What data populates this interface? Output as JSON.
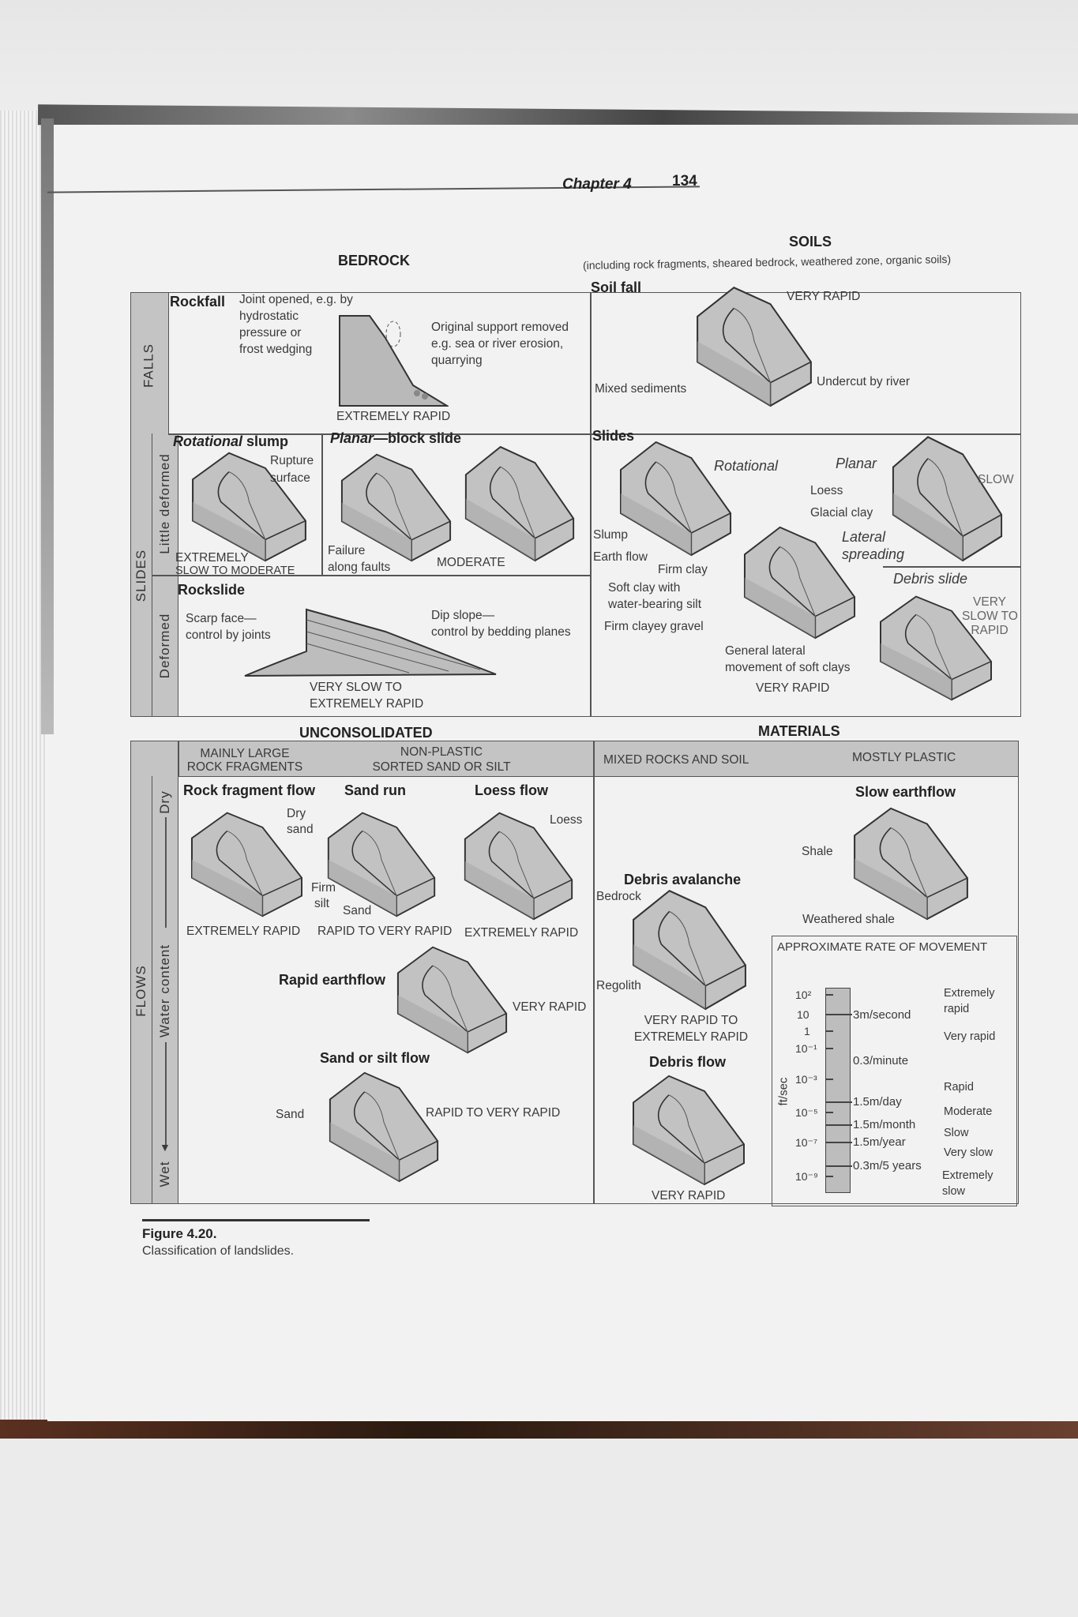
{
  "header": {
    "chapter": "Chapter 4",
    "page_number": "134"
  },
  "columns": {
    "bedrock": "BEDROCK",
    "soils": "SOILS",
    "soils_note": "(including rock fragments, sheared bedrock,  weathered zone, organic soils)",
    "unconsolidated": "UNCONSOLIDATED",
    "materials": "MATERIALS"
  },
  "row_labels": {
    "falls": "FALLS",
    "slides": "SLIDES",
    "little_deformed": "Little deformed",
    "deformed": "Deformed",
    "flows": "FLOWS",
    "dry": "Dry",
    "water_content": "Water content",
    "wet": "Wet"
  },
  "falls": {
    "rockfall": {
      "title": "Rockfall",
      "note": [
        "Joint opened, e.g. by",
        "hydrostatic",
        "pressure or",
        "frost wedging"
      ],
      "support": [
        "Original support removed",
        "e.g. sea or river erosion,",
        "quarrying"
      ],
      "rate": "EXTREMELY RAPID"
    },
    "soilfall": {
      "title": "Soil fall",
      "rate": "VERY RAPID",
      "mixed": "Mixed sediments",
      "undercut": "Undercut by river"
    }
  },
  "slides": {
    "rotational_slump": {
      "title_italic": "Rotational",
      "title": " slump",
      "rupture": [
        "Rupture",
        "surface"
      ],
      "rate": [
        "EXTREMELY",
        "SLOW TO MODERATE"
      ]
    },
    "planar_block": {
      "title_italic": "Planar",
      "title": "—block slide",
      "failure": [
        "Failure",
        "along faults"
      ],
      "rate": "MODERATE"
    },
    "rockslide": {
      "title": "Rockslide",
      "scarp": [
        "Scarp face—",
        "control by joints"
      ],
      "dip": [
        "Dip slope—",
        "control by bedding planes"
      ],
      "rate": [
        "VERY SLOW TO",
        "EXTREMELY RAPID"
      ]
    },
    "soil_slides": {
      "title": "Slides",
      "rotational": "Rotational",
      "planar": "Planar",
      "slow": "SLOW",
      "loess": "Loess",
      "glacial_clay": "Glacial clay",
      "slump": "Slump",
      "earth_flow": "Earth flow",
      "lateral": [
        "Lateral",
        "spreading"
      ],
      "firm_clay": "Firm clay",
      "soft_clay": [
        "Soft clay with",
        "water-bearing silt"
      ],
      "firm_gravel": "Firm clayey gravel",
      "general": [
        "General lateral",
        "movement of soft clays"
      ],
      "lateral_rate": "VERY RAPID",
      "debris_slide": "Debris slide",
      "debris_rate": [
        "VERY",
        "SLOW TO",
        "RAPID"
      ]
    }
  },
  "flows": {
    "headers": [
      "MAINLY LARGE\nROCK FRAGMENTS",
      "NON-PLASTIC\nSORTED SAND OR SILT",
      "MIXED ROCKS AND SOIL",
      "MOSTLY PLASTIC"
    ],
    "header_lines": [
      [
        "MAINLY LARGE",
        "ROCK FRAGMENTS"
      ],
      [
        "NON-PLASTIC",
        "SORTED SAND OR SILT"
      ]
    ],
    "rock_fragment": {
      "title": "Rock fragment flow",
      "rate": "EXTREMELY RAPID"
    },
    "sand_run": {
      "title": "Sand run",
      "dry_sand": [
        "Dry",
        "sand"
      ],
      "firm_silt": [
        "Firm",
        "silt"
      ],
      "sand": "Sand",
      "rate": "RAPID TO VERY RAPID"
    },
    "loess_flow": {
      "title": "Loess flow",
      "loess": "Loess",
      "rate": "EXTREMELY RAPID"
    },
    "rapid_earthflow": {
      "title": "Rapid earthflow",
      "rate": "VERY RAPID"
    },
    "sand_silt_flow": {
      "title": "Sand or silt flow",
      "sand": "Sand",
      "rate": "RAPID TO VERY RAPID"
    },
    "debris_avalanche": {
      "title": "Debris avalanche",
      "bedrock": "Bedrock",
      "regolith": "Regolith",
      "rate": [
        "VERY RAPID TO",
        "EXTREMELY RAPID"
      ]
    },
    "debris_flow": {
      "title": "Debris flow",
      "rate": "VERY RAPID"
    },
    "slow_earthflow": {
      "title": "Slow earthflow",
      "shale": "Shale",
      "weathered": "Weathered shale"
    }
  },
  "rate_scale": {
    "title": "APPROXIMATE RATE OF MOVEMENT",
    "unit": "ft/sec",
    "ticks": [
      "10²",
      "10",
      "1",
      "10⁻¹",
      "10⁻³",
      "10⁻⁵",
      "10⁻⁷",
      "10⁻⁹"
    ],
    "rates": [
      "3m/second",
      "0.3/minute",
      "1.5m/day",
      "1.5m/month",
      "1.5m/year",
      "0.3m/5 years"
    ],
    "classes": [
      [
        "Extremely",
        "rapid"
      ],
      [
        "Very rapid"
      ],
      [
        "Rapid"
      ],
      [
        "Moderate"
      ],
      [
        "Slow"
      ],
      [
        "Very slow"
      ],
      [
        "Extremely",
        "slow"
      ]
    ]
  },
  "figure": {
    "label": "Figure 4.20.",
    "caption": "Classification of landslides."
  }
}
